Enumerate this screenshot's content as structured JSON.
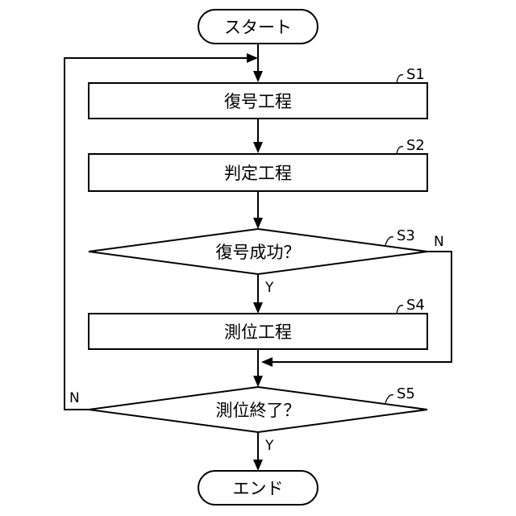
{
  "flowchart": {
    "start_label": "スタート",
    "end_label": "エンド",
    "steps": [
      {
        "id": "S1",
        "label": "復号工程"
      },
      {
        "id": "S2",
        "label": "判定工程"
      },
      {
        "id": "S3",
        "label": "復号成功？",
        "yes": "Y",
        "no": "N"
      },
      {
        "id": "S4",
        "label": "測位工程"
      },
      {
        "id": "S5",
        "label": "測位終了？",
        "yes": "Y",
        "no": "N"
      }
    ]
  }
}
